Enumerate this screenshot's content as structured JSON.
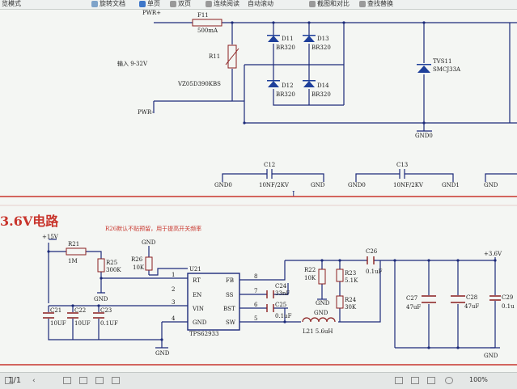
{
  "toolbar": {
    "items": [
      "览模式",
      "旋转文档",
      "单页",
      "双页",
      "连续阅读",
      "自动滚动",
      "截图和对比",
      "查找替换"
    ]
  },
  "schematic": {
    "top": {
      "pwr_plus": "PWR+",
      "fuse_ref": "F11",
      "fuse_val": "500mA",
      "input_label": "输入 9-32V",
      "varistor_ref": "R11",
      "varistor_val": "VZ05D390KBS",
      "pwr_minus": "PWR-",
      "d11": "D11",
      "d11_val": "BR320",
      "d13": "D13",
      "d13_val": "BR320",
      "d12": "D12",
      "d12_val": "BR320",
      "d14": "D14",
      "d14_val": "BR320",
      "tvs_ref": "TVS11",
      "tvs_val": "SMCJ33A",
      "gnd0_main": "GND0"
    },
    "caps_row": {
      "c12_ref": "C12",
      "c12_val": "10NF/2KV",
      "c12_left": "GND0",
      "c12_right": "GND",
      "c13_ref": "C13",
      "c13_val": "10NF/2KV",
      "c13_left": "GND0",
      "c13_right": "GND1",
      "extra_gnd": "GND"
    },
    "section_title": "3.6V电路",
    "note": "R26默认不贴预留，用于提高开关频率",
    "buck": {
      "plus15": "+15V",
      "r21_ref": "R21",
      "r21_val": "1M",
      "r25_ref": "R25",
      "r25_val": "300K",
      "r26_ref": "R26",
      "r26_val": "10K",
      "gnd_top": "GND",
      "gnd_r25": "GND",
      "u21_ref": "U21",
      "u21_part": "TPS62933",
      "pin_rt": "RT",
      "pin_en": "EN",
      "pin_vin": "VIN",
      "pin_gnd": "GND",
      "pin_fb": "FB",
      "pin_ss": "SS",
      "pin_bst": "BST",
      "pin_sw": "SW",
      "pn1": "1",
      "pn2": "2",
      "pn3": "3",
      "pn4": "4",
      "pn8": "8",
      "pn7": "7",
      "pn6": "6",
      "pn5": "5",
      "c21_ref": "C21",
      "c21_val": "10UF",
      "c22_ref": "C22",
      "c22_val": "10UF",
      "c23_ref": "C23",
      "c23_val": "0.1UF",
      "gnd_bottom": "GND",
      "c24_ref": "C24",
      "c24_val": "33nF",
      "c25_ref": "C25",
      "c25_val": "0.1uF",
      "r22_ref": "R22",
      "r22_val": "10K",
      "r23_ref": "R23",
      "r23_val": "5.1K",
      "r24_ref": "R24",
      "r24_val": "30K",
      "gnd_r22": "GND",
      "c26_ref": "C26",
      "c26_val": "0.1uF",
      "l21": "L21 5.6uH",
      "plus36": "+3.6V",
      "c27_ref": "C27",
      "c27_val": "47uF",
      "c28_ref": "C28",
      "c28_val": "47uF",
      "c29_ref": "C29",
      "c29_val": "0.1u",
      "gnd_out": "GND",
      "gnd_mid": "GND"
    }
  },
  "statusbar": {
    "page": "1/1",
    "zoom": "100%"
  },
  "colors": {
    "wire": "#1c2a7a",
    "label": "#1a1a1a",
    "red": "#c8352c",
    "component": "#8a1f1f",
    "diode": "#1e3f9a"
  }
}
